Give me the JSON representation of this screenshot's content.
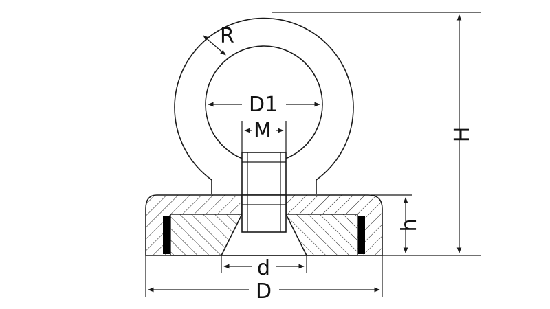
{
  "diagram": {
    "labels": {
      "R": "R",
      "D1": "D1",
      "M": "M",
      "H": "H",
      "h": "h",
      "d": "d",
      "D": "D"
    },
    "colors": {
      "line": "#1a1a1a",
      "magnet_bar": "#000000",
      "background": "#ffffff"
    }
  }
}
